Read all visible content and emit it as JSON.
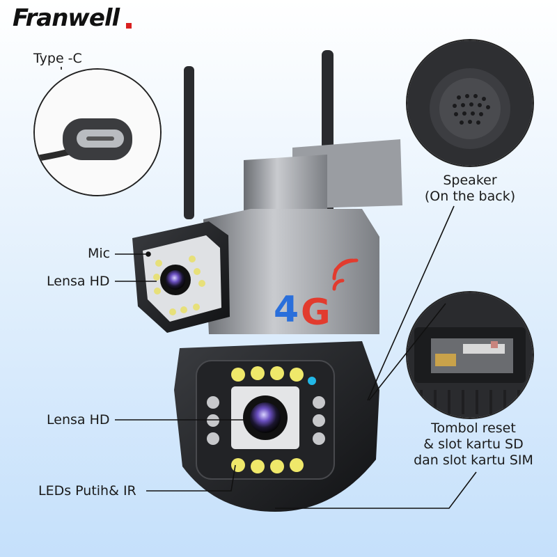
{
  "brand": {
    "logo_text": "Franwell",
    "dot_color": "#d92020"
  },
  "badge": {
    "text": "4G",
    "colors": {
      "four": "#2a6fdb",
      "g": "#e23b2e",
      "signal": "#e23b2e"
    }
  },
  "callouts": {
    "type_c": "Type -C",
    "speaker_line1": "Speaker",
    "speaker_line2": "(On the back)",
    "mic": "Mic",
    "lens_top": "Lensa HD",
    "lens_bottom": "Lensa HD",
    "leds": "LEDs Putih& IR",
    "reset_line1": "Tombol reset",
    "reset_line2": "& slot kartu SD",
    "reset_line3": "dan slot kartu SIM"
  },
  "icons": [
    "usb-c-port-closeup",
    "speaker-grille-closeup",
    "sd-sim-slot-closeup",
    "antenna-icon",
    "camera-lens-icon",
    "led-icon",
    "signal-waves-icon"
  ]
}
